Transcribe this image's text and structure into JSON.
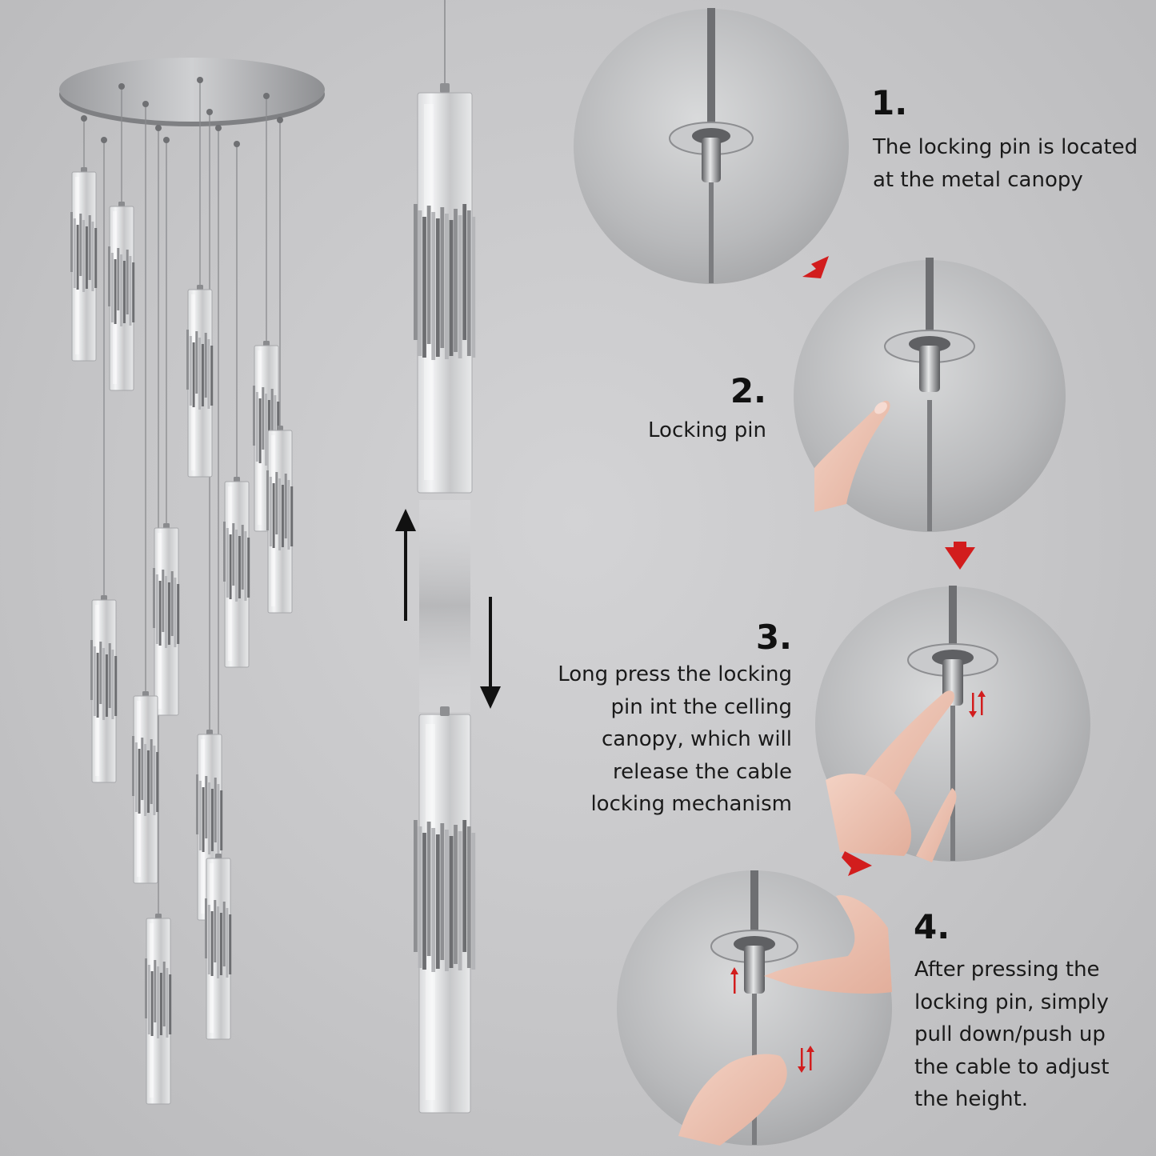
{
  "steps": [
    {
      "number": "1.",
      "lines": [
        "The locking pin is located",
        "at the metal canopy"
      ]
    },
    {
      "number": "2.",
      "lines": [
        "Locking pin"
      ]
    },
    {
      "number": "3.",
      "lines": [
        "Long press the locking",
        "pin int the celling",
        "canopy, which will",
        "release the cable",
        "locking mechanism"
      ]
    },
    {
      "number": "4.",
      "lines": [
        "After pressing the",
        "locking pin, simply",
        "pull down/push up",
        "the cable to adjust",
        "the height."
      ]
    }
  ],
  "icons": {
    "up-arrow": "arrow-up-icon",
    "down-arrow": "arrow-down-icon",
    "flow-arrow": "red-flow-arrow-icon",
    "adjust-arrows": "up-down-adjust-icon"
  },
  "colors": {
    "accent_red": "#d21d1d",
    "text": "#111111",
    "background": "#c8c8ca",
    "metal": "#8f9093"
  }
}
